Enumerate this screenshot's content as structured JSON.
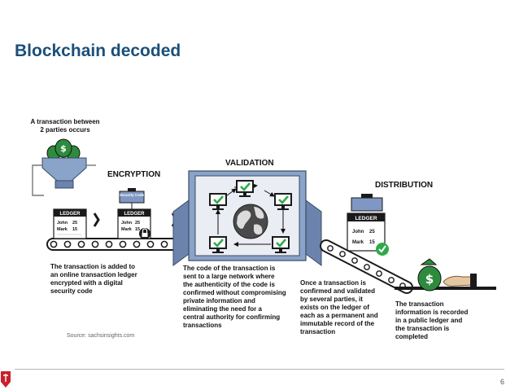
{
  "slide": {
    "title": "Blockchain decoded",
    "page_number": "6"
  },
  "source": "Source: sachsinsights.com",
  "stages": {
    "encryption": "ENCRYPTION",
    "validation": "VALIDATION",
    "distribution": "DISTRIBUTION"
  },
  "captions": {
    "start": [
      "A transaction between",
      "2 parties occurs"
    ],
    "encrypt": [
      "The transaction is added to",
      "an online transaction ledger",
      "encrypted with a digital",
      "security code"
    ],
    "validate": [
      "The code of the transaction is",
      "sent to a large network where",
      "the authenticity of the code is",
      "confirmed without compromising",
      "private information and",
      "eliminating the need for a",
      "central authority for confirming",
      "transactions"
    ],
    "confirm": [
      "Once a transaction is",
      "confirmed and validated",
      "by several parties, it",
      "exists on the ledger of",
      "each as a permanent and",
      "immutable record of the",
      "transaction"
    ],
    "record": [
      "The transaction",
      "information is recorded",
      "in a public ledger and",
      "the transaction is",
      "completed"
    ]
  },
  "ledger": {
    "title": "LEDGER",
    "entries": [
      {
        "name": "John",
        "value": "25"
      },
      {
        "name": "Mark",
        "value": "15"
      }
    ]
  },
  "security_code": "Security Code",
  "icons": [
    "money-bag-icon",
    "lock-icon",
    "checkmark-icon",
    "monitor-icon",
    "globe-icon",
    "hand-icon"
  ],
  "colors": {
    "title": "#1b4f7a",
    "accent_green": "#2eaa4a",
    "panel_blue": "#7f97c2",
    "ink": "#1a1a1a"
  }
}
